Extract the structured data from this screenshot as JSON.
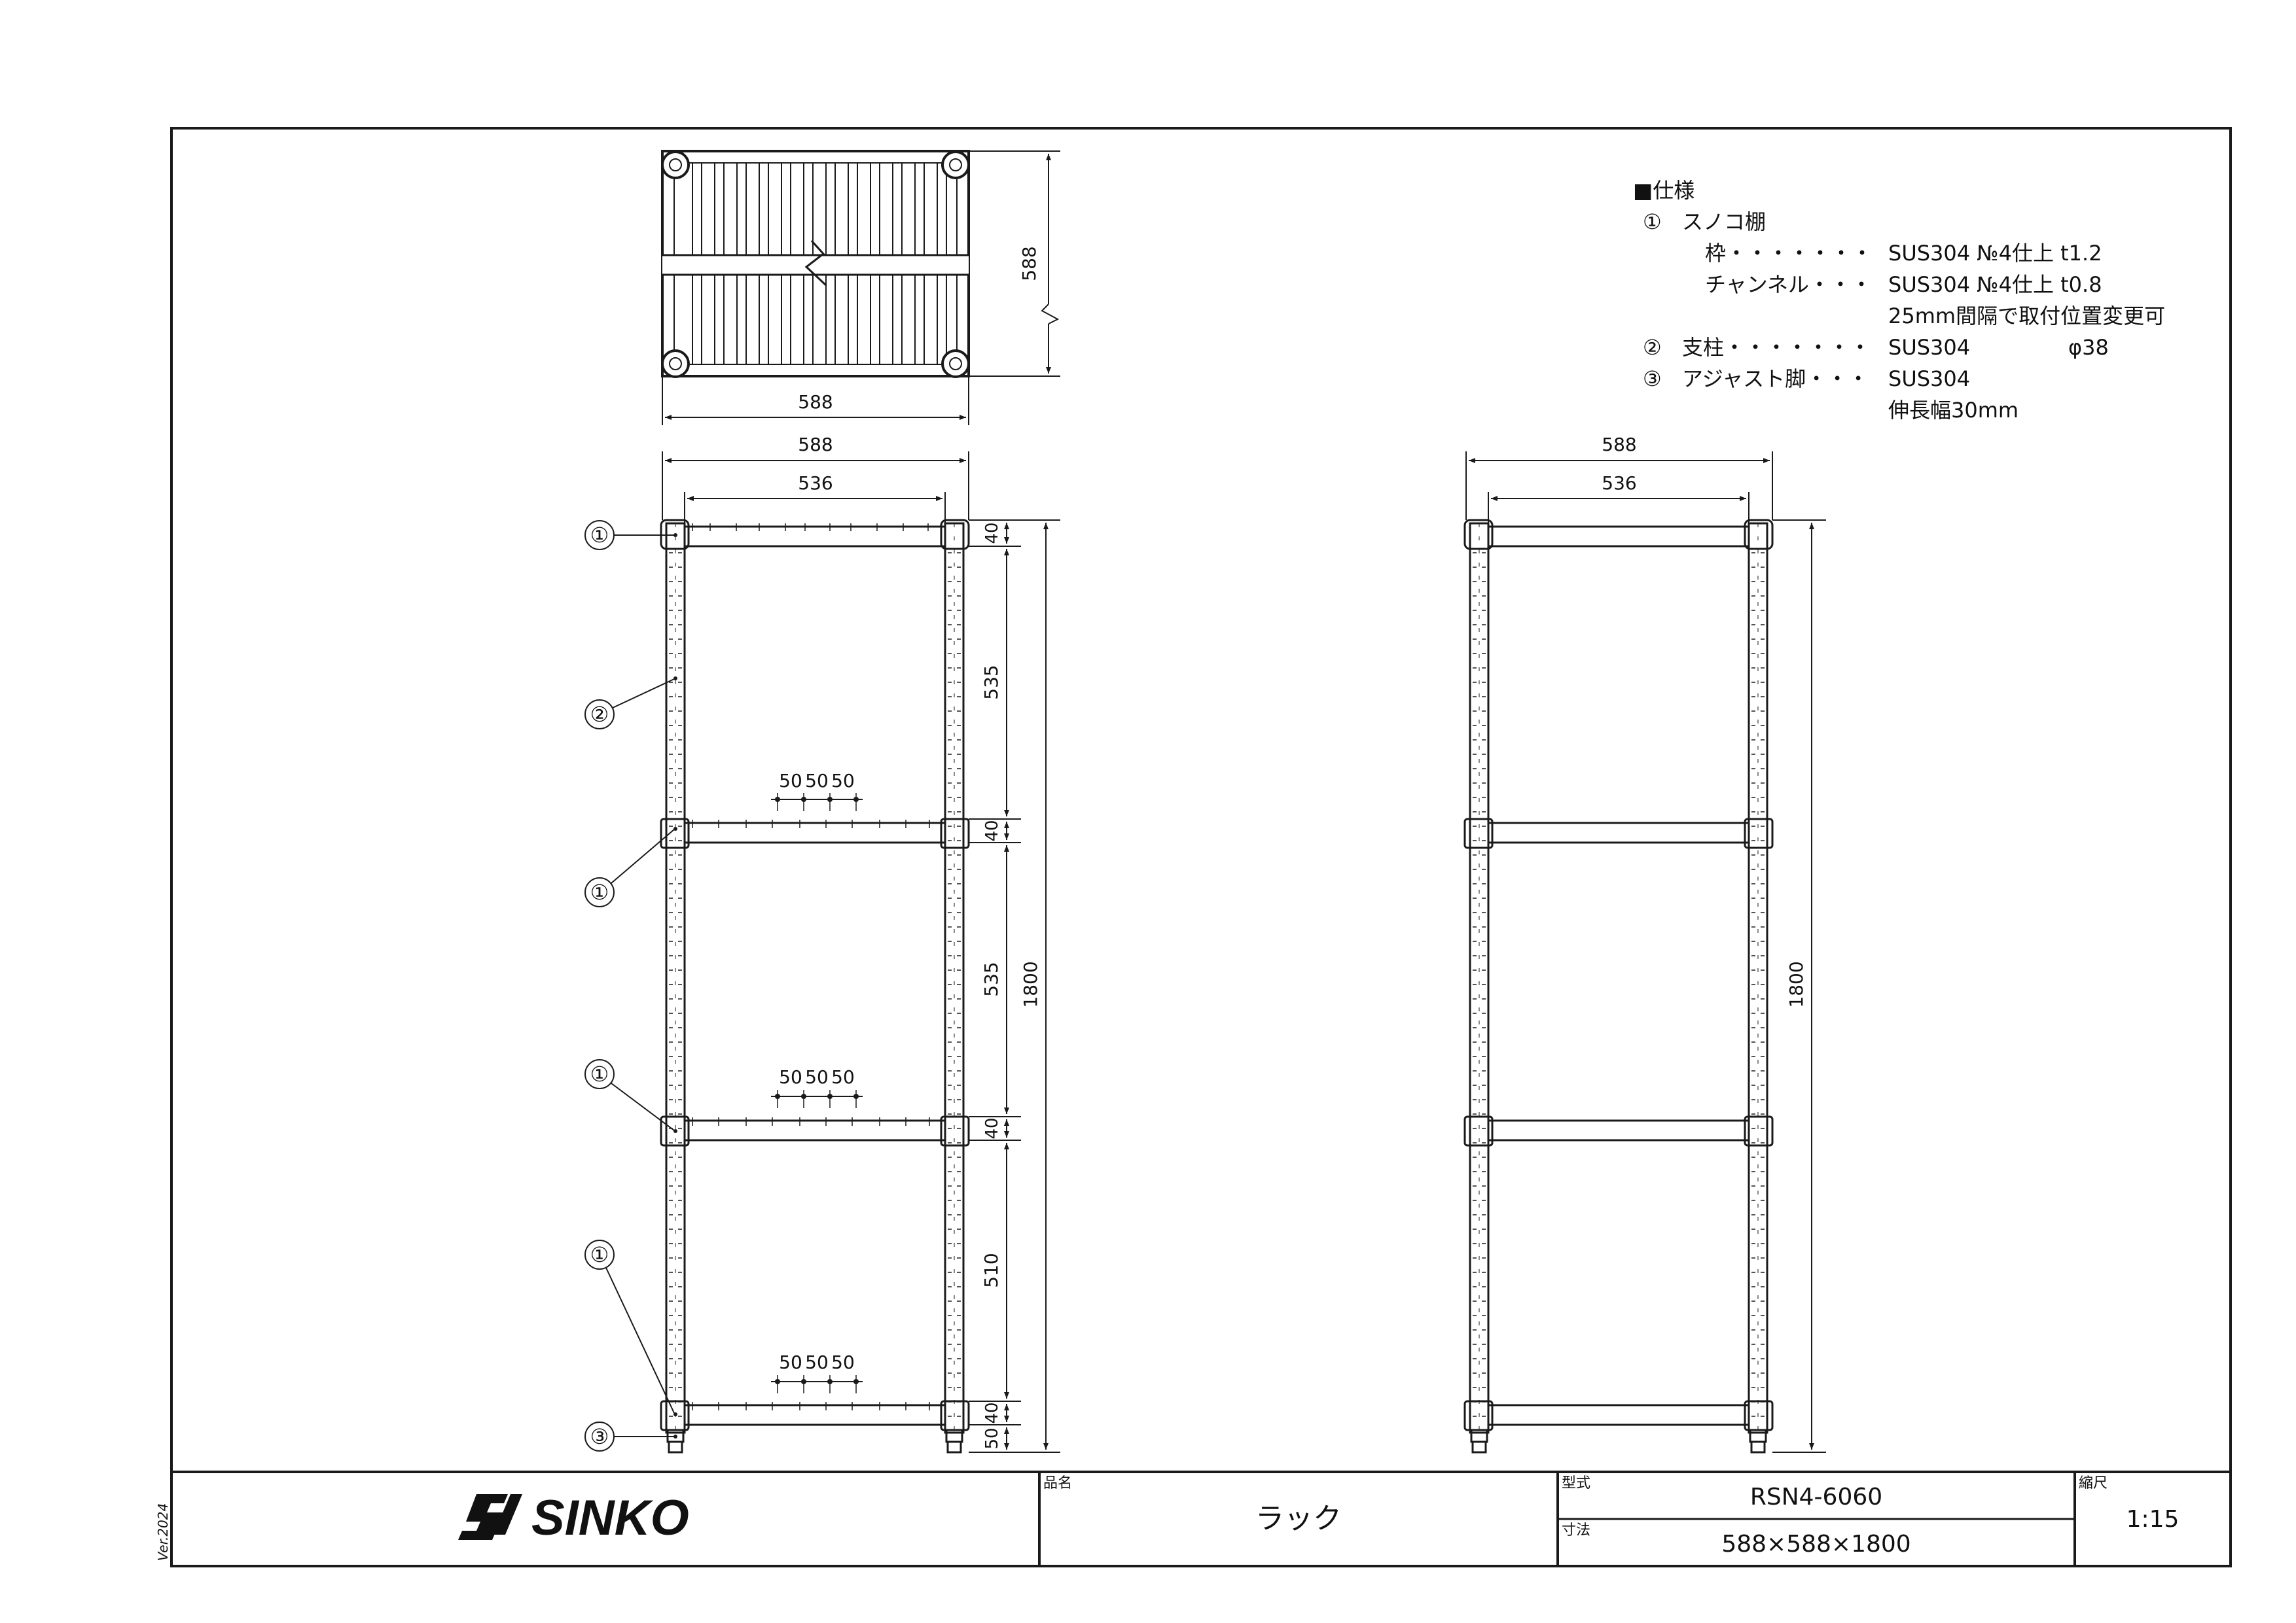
{
  "spec": {
    "heading": "■仕様",
    "item1": {
      "num": "①",
      "name": "スノコ棚"
    },
    "frame": {
      "label": "枠・・・・・・・",
      "value": "SUS304 №4仕上 t1.2"
    },
    "channel": {
      "label": "チャンネル・・・",
      "value": "SUS304 №4仕上 t0.8"
    },
    "channel_note": "25mm間隔で取付位置変更可",
    "item2": {
      "num": "②",
      "label": "支柱・・・・・・・",
      "value": "SUS304",
      "extra": "φ38"
    },
    "item3": {
      "num": "③",
      "label": "アジャスト脚・・・",
      "value": "SUS304"
    },
    "adjust_note": "伸長幅30mm"
  },
  "plan_view": {
    "depth": "588",
    "width": "588"
  },
  "front_view": {
    "outer_width": "588",
    "inner_width": "536",
    "height_segments": [
      "40",
      "535",
      "40",
      "535",
      "40",
      "510",
      "40",
      "50"
    ],
    "total_height": "1800",
    "pitch_labels": [
      "50",
      "50",
      "50"
    ],
    "callouts": [
      "①",
      "②",
      "①",
      "①",
      "①",
      "③"
    ]
  },
  "side_view": {
    "outer_width": "588",
    "inner_width": "536",
    "total_height": "1800"
  },
  "title_block": {
    "logo": "SINKO",
    "version": "Ver.2024",
    "product_name_label": "品名",
    "product_name": "ラック",
    "model_label": "型式",
    "model": "RSN4-6060",
    "dimensions_label": "寸法",
    "dimensions": "588×588×1800",
    "scale_label": "縮尺",
    "scale": "1:15"
  }
}
